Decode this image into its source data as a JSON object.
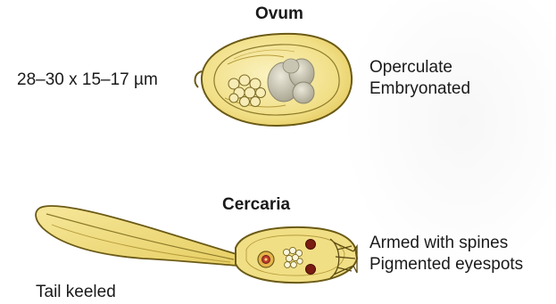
{
  "ovum": {
    "title": "Ovum",
    "size_label": "28–30 x 15–17 µm",
    "features": [
      "Operculate",
      "Embryonated"
    ]
  },
  "cercaria": {
    "title": "Cercaria",
    "tail_label": "Tail keeled",
    "features": [
      "Armed with spines",
      "Pigmented eyespots"
    ]
  },
  "colors": {
    "body_fill": "#f1df86",
    "body_outline": "#6b5a16",
    "eyespot": "#7a1c12",
    "embryo": "#b9b6a3"
  }
}
